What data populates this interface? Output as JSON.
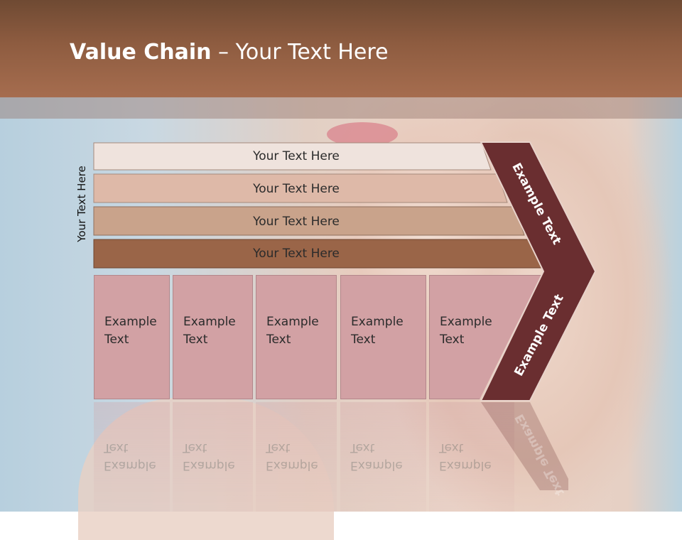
{
  "title": {
    "bold": "Value Chain",
    "rest": " – Your Text Here"
  },
  "vertical_label": "Your Text Here",
  "rows": [
    {
      "label": "Your Text Here",
      "color": "#efe3dd"
    },
    {
      "label": "Your Text Here",
      "color": "#deb9a8"
    },
    {
      "label": "Your Text Here",
      "color": "#c9a38b"
    },
    {
      "label": "Your Text Here",
      "color": "#9a6548"
    }
  ],
  "boxes": [
    {
      "label": "Example\nText"
    },
    {
      "label": "Example\nText"
    },
    {
      "label": "Example\nText"
    },
    {
      "label": "Example\nText"
    },
    {
      "label": "Example\nText"
    }
  ],
  "chevron": {
    "top_label": "Example Text",
    "bottom_label": "Example Text",
    "color": "#6a2e30"
  }
}
